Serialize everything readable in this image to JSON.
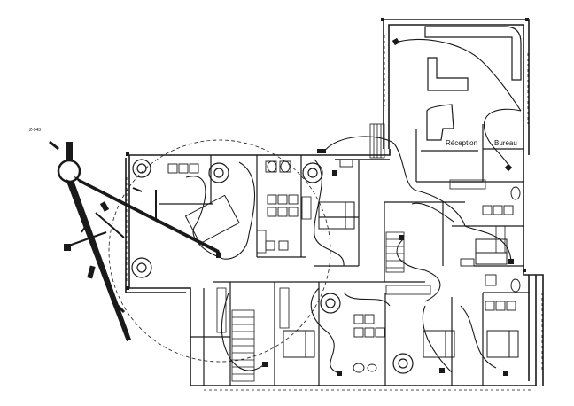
{
  "figure": {
    "code": "Z-943"
  },
  "rooms": {
    "reception": "Réception",
    "bureau": "Bureau"
  },
  "colors": {
    "line": "#1a1a1a",
    "paper": "#ffffff",
    "ink": "#111111"
  },
  "icons": [
    "compass-icon",
    "lamp-icon",
    "armchair-icon",
    "bed-icon",
    "toilet-icon",
    "sink-icon",
    "stair-icon",
    "desk-icon"
  ]
}
